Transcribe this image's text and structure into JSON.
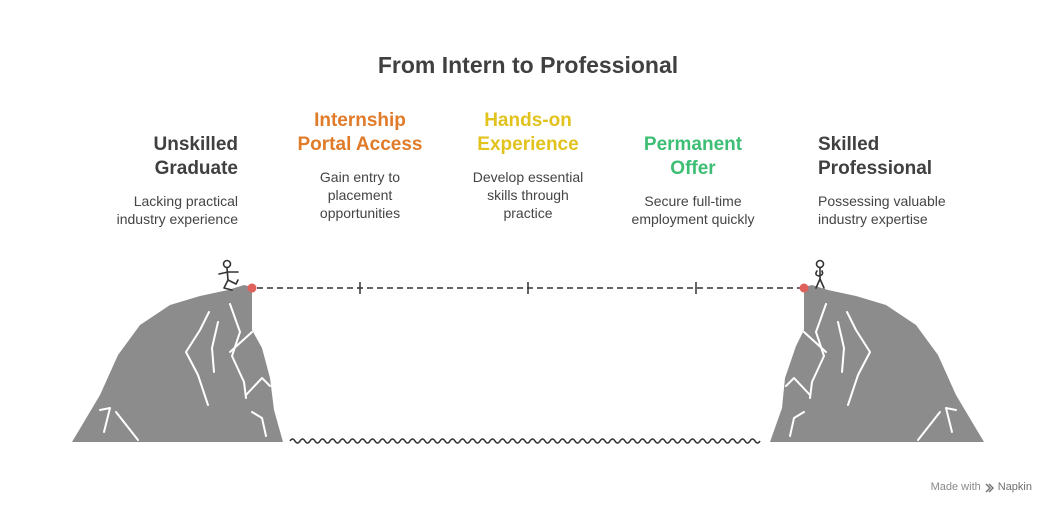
{
  "title": "From Intern to Professional",
  "stages": [
    {
      "title_line1": "Unskilled",
      "title_line2": "Graduate",
      "desc_line1": "Lacking practical",
      "desc_line2": "industry experience",
      "desc_line3": "",
      "color": "#404040"
    },
    {
      "title_line1": "Internship",
      "title_line2": "Portal Access",
      "desc_line1": "Gain entry to",
      "desc_line2": "placement",
      "desc_line3": "opportunities",
      "color": "#E07B2A"
    },
    {
      "title_line1": "Hands-on",
      "title_line2": "Experience",
      "desc_line1": "Develop essential",
      "desc_line2": "skills through",
      "desc_line3": "practice",
      "color": "#E2C21C"
    },
    {
      "title_line1": "Permanent",
      "title_line2": "Offer",
      "desc_line1": "Secure full-time",
      "desc_line2": "employment quickly",
      "desc_line3": "",
      "color": "#3DBE74"
    },
    {
      "title_line1": "Skilled",
      "title_line2": "Professional",
      "desc_line1": "Possessing valuable",
      "desc_line2": "industry expertise",
      "desc_line3": "",
      "color": "#404040"
    }
  ],
  "colors": {
    "rock": "#8C8C8C",
    "rock_lines": "#ffffff",
    "endpoint": "#E0615A",
    "rope": "#333333"
  },
  "footer": {
    "prefix": "Made with",
    "brand": "Napkin"
  }
}
